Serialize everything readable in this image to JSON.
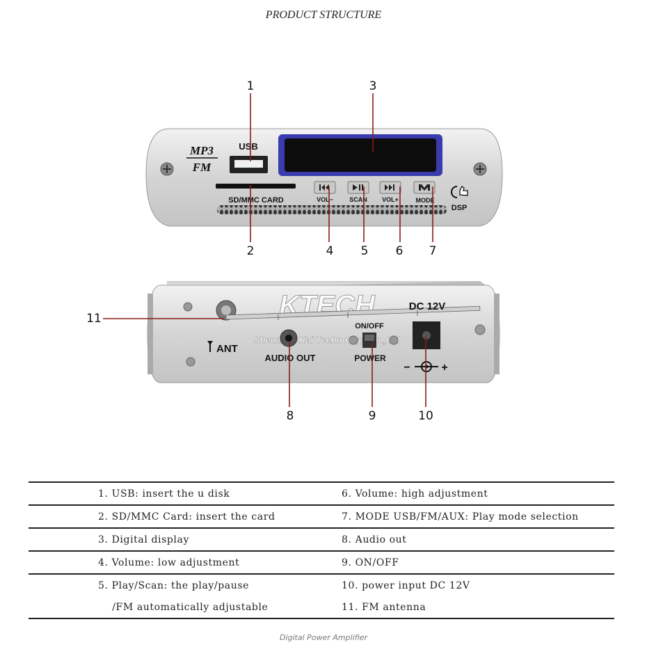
{
  "title": "PRODUCT STRUCTURE",
  "front_panel": {
    "logo_top": "MP3",
    "logo_bottom": "FM",
    "usb_label": "USB",
    "card_label": "SD/MMC CARD",
    "buttons": [
      {
        "label": "VOL−",
        "icon": "previous-icon"
      },
      {
        "label": "SCAN",
        "icon": "play-pause-icon"
      },
      {
        "label": "VOL+",
        "icon": "next-icon"
      },
      {
        "label": "MODE",
        "icon": "mode-icon"
      }
    ],
    "dsp_label": "DSP"
  },
  "rear_panel": {
    "ant_label": "ANT",
    "audio_out_label": "AUDIO OUT",
    "switch_label": "ON/OFF",
    "power_label": "POWER",
    "dc_label": "DC 12V",
    "polarity_minus": "−",
    "polarity_plus": "+",
    "watermark": "KTECH",
    "watermark_sub": "Shenzhen Kai Technology Co.,Ltd"
  },
  "callouts": [
    "1",
    "2",
    "3",
    "4",
    "5",
    "6",
    "7",
    "8",
    "9",
    "10",
    "11"
  ],
  "legend": {
    "rows": [
      [
        "1. USB: insert the u disk",
        "6. Volume: high adjustment"
      ],
      [
        "2. SD/MMC Card: insert the card",
        "7. MODE USB/FM/AUX: Play mode selection"
      ],
      [
        "3. Digital display",
        "8. Audio out"
      ],
      [
        "4. Volume: low adjustment",
        "9. ON/OFF"
      ],
      [
        "5. Play/Scan: the play/pause",
        "10. power input DC 12V"
      ],
      [
        "    /FM automatically adjustable",
        "11. FM antenna"
      ]
    ]
  },
  "footer": "Digital Power Amplifier",
  "colors": {
    "callout_line": "#8b1a1a",
    "display_border": "#3b3bb0",
    "panel_silver": "#dcdcdc"
  }
}
